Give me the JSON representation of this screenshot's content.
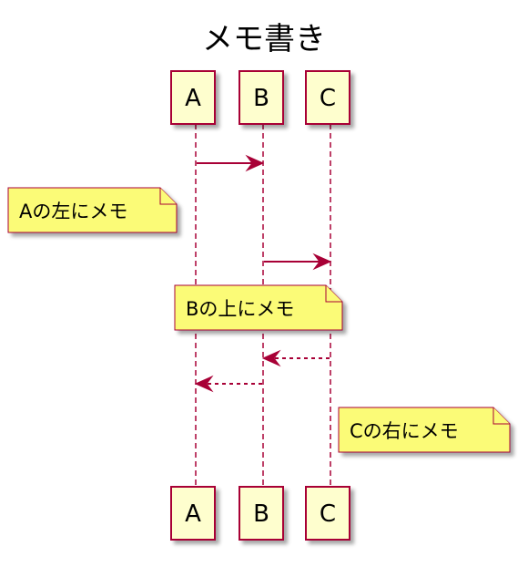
{
  "title": "メモ書き",
  "participants": [
    {
      "id": "A",
      "label": "A"
    },
    {
      "id": "B",
      "label": "B"
    },
    {
      "id": "C",
      "label": "C"
    }
  ],
  "messages": [
    {
      "from": "A",
      "to": "B",
      "style": "solid"
    },
    {
      "from": "B",
      "to": "C",
      "style": "solid"
    },
    {
      "from": "C",
      "to": "B",
      "style": "dashed"
    },
    {
      "from": "B",
      "to": "A",
      "style": "dashed"
    }
  ],
  "notes": [
    {
      "text": "Aの左にメモ",
      "placement": "left of A"
    },
    {
      "text": "Bの上にメモ",
      "placement": "over B"
    },
    {
      "text": "Cの右にメモ",
      "placement": "right of C"
    }
  ],
  "colors": {
    "participant_fill": "#FEFECE",
    "border": "#A80036",
    "note_fill": "#FBFB77"
  }
}
